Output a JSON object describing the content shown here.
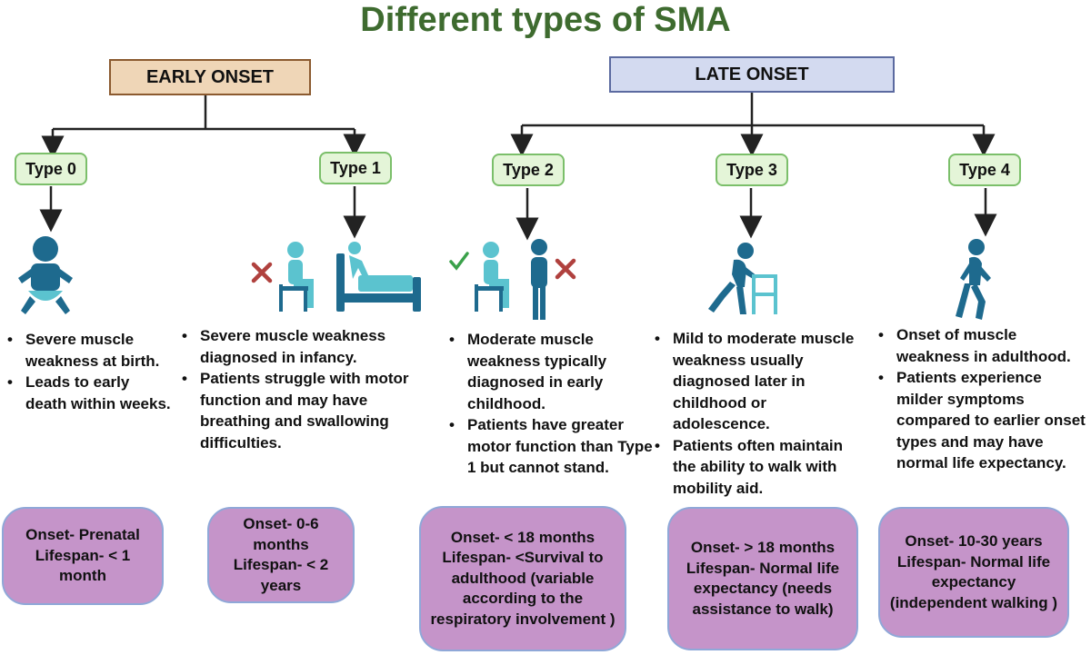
{
  "title": "Different types of SMA",
  "groups": {
    "early": "EARLY ONSET",
    "late": "LATE ONSET"
  },
  "colors": {
    "title": "#3e6b2f",
    "early_box": "#efd6b7",
    "late_box": "#d3daf0",
    "type_pill": "#e4f5d8",
    "summary_box": "#c594c9",
    "icon_dark": "#1e6a8e",
    "icon_light": "#5bc3cf",
    "cross": "#b0413e",
    "check": "#3aa14a"
  },
  "types": [
    {
      "label": "Type 0",
      "bullets": [
        "Severe muscle weakness at birth.",
        "Leads to early death within weeks."
      ],
      "summary": [
        "Onset- Prenatal",
        "Lifespan- < 1 month"
      ]
    },
    {
      "label": "Type 1",
      "bullets": [
        "Severe muscle weakness diagnosed in infancy.",
        "Patients struggle with motor function and may have breathing and swallowing difficulties."
      ],
      "summary": [
        "Onset- 0-6 months",
        "Lifespan- < 2 years"
      ]
    },
    {
      "label": "Type 2",
      "bullets": [
        "Moderate muscle weakness typically diagnosed in early childhood.",
        "Patients have greater motor function than Type 1 but cannot stand."
      ],
      "summary": [
        "Onset- < 18 months",
        "Lifespan- <Survival to adulthood (variable according to the respiratory involvement )"
      ]
    },
    {
      "label": "Type 3",
      "bullets": [
        "Mild to moderate muscle weakness usually diagnosed later in childhood or adolescence.",
        "Patients often maintain the ability to walk with mobility aid."
      ],
      "summary": [
        "Onset- > 18 months",
        "Lifespan- Normal life expectancy (needs assistance to walk)"
      ]
    },
    {
      "label": "Type 4",
      "bullets": [
        "Onset of muscle weakness in adulthood.",
        "Patients experience milder symptoms compared to earlier onset types and may have normal life expectancy."
      ],
      "summary": [
        "Onset- 10-30 years",
        "Lifespan- Normal life expectancy (independent walking )"
      ]
    }
  ],
  "icons": [
    "baby-icon",
    "sitting-person-icon",
    "bed-icon",
    "sitting-person-icon",
    "standing-person-icon",
    "walker-person-icon",
    "walking-person-icon",
    "cross-icon",
    "check-icon"
  ]
}
